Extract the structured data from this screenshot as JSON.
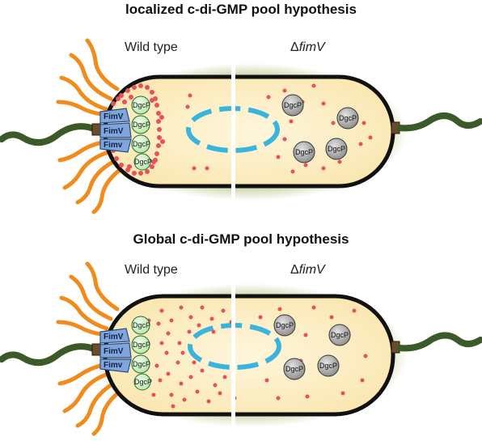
{
  "titles": {
    "top": "localized c-di-GMP pool hypothesis",
    "bottom": "Global c-di-GMP pool hypothesis"
  },
  "panels": {
    "wild_type": "Wild type",
    "delta_prefix": "Δ",
    "delta_gene": "fimV"
  },
  "proteins": {
    "fimv": "FimV",
    "fimv_alt": "Fimv",
    "dgcp": "DgcP"
  },
  "colors": {
    "cytoplasm": "#fdf0c8",
    "halo": "#c8d2a0",
    "membrane": "#111111",
    "nucleoid": "#3ab4dc",
    "pili": "#f08c1e",
    "flagellum": "#3c5a28",
    "fimv_box": "#7ea6dc",
    "dgcp_wt": "#c8f0c0",
    "dgcp_mutant": "#a8a8a8",
    "c_di_gmp": "#e8505a"
  }
}
